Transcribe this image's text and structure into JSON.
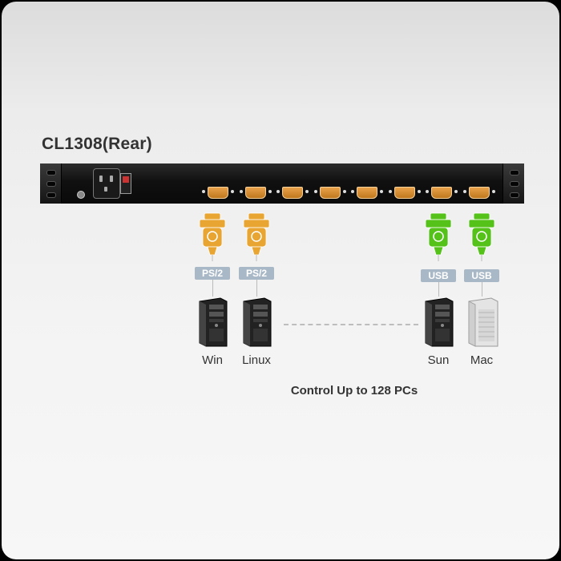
{
  "diagram": {
    "title": "CL1308(Rear)",
    "caption": "Control Up to 128 PCs",
    "device_port_count": 8,
    "connections": [
      {
        "id": "win",
        "cable_label": "PS/2",
        "pc_name": "Win",
        "cable_color": "#e8a532",
        "pc_type": "black-tower"
      },
      {
        "id": "linux",
        "cable_label": "PS/2",
        "pc_name": "Linux",
        "cable_color": "#e8a532",
        "pc_type": "black-tower"
      },
      {
        "id": "sun",
        "cable_label": "USB",
        "pc_name": "Sun",
        "cable_color": "#55c21a",
        "pc_type": "black-tower"
      },
      {
        "id": "mac",
        "cable_label": "USB",
        "pc_name": "Mac",
        "cable_color": "#55c21a",
        "pc_type": "silver-tower"
      }
    ],
    "colors": {
      "port": "#d8913a",
      "badge": "#a9b8c7",
      "ps2_cable": "#e8a532",
      "usb_cable": "#55c21a"
    }
  }
}
